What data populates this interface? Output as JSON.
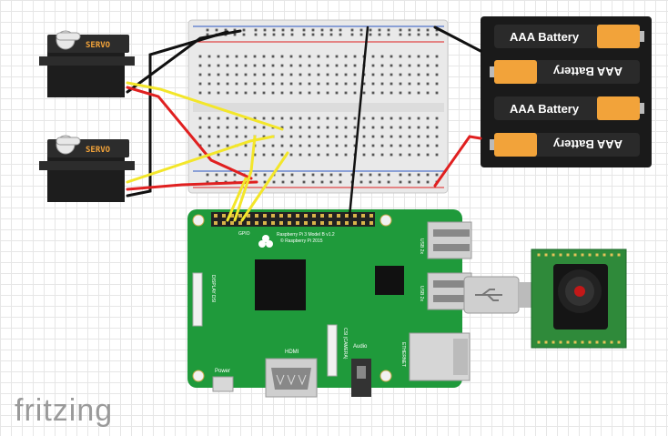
{
  "app": {
    "brand": "fritzing"
  },
  "servos": [
    {
      "label": "SERVO"
    },
    {
      "label": "SERVO"
    }
  ],
  "battery": {
    "cells": [
      {
        "label": "AAA Battery",
        "flipped": false
      },
      {
        "label": "AAA Battery",
        "flipped": true
      },
      {
        "label": "AAA Battery",
        "flipped": false
      },
      {
        "label": "AAA Battery",
        "flipped": true
      }
    ]
  },
  "raspberry_pi": {
    "model_line1": "Raspberry Pi 3 Model B v1.2",
    "model_line2": "© Raspberry Pi 2015",
    "gpio_label": "GPIO",
    "usb_label_top": "USB 2x",
    "usb_label_bottom": "USB 2x",
    "ethernet_label": "ETHERNET",
    "hdmi_label": "HDMI",
    "power_label": "Power",
    "audio_label": "Audio",
    "display_label": "DISPLAY DSI",
    "camera_label": "CSI (CAMERA)"
  },
  "colors": {
    "pi_green": "#1f9a3b",
    "wire_red": "#e02020",
    "wire_black": "#111111",
    "wire_yellow": "#f3e62a",
    "breadboard": "#e9e9e9",
    "battery_orange": "#f2a33a"
  }
}
